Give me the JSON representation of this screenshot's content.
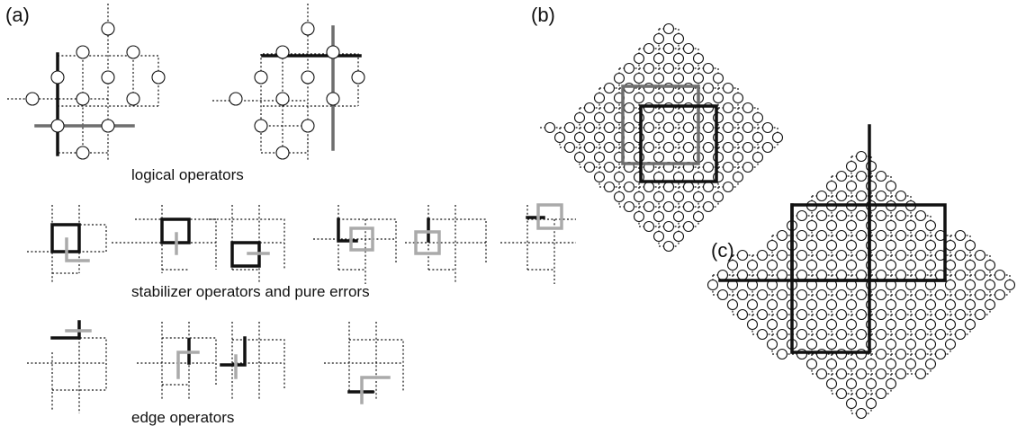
{
  "labels": {
    "panel_a": "(a)",
    "panel_b": "(b)",
    "panel_c": "(c)"
  },
  "captions": {
    "logical": "logical operators",
    "stabilizer": "stabilizer operators and pure errors",
    "edge": "edge operators"
  },
  "colors": {
    "black_operator": "#111111",
    "dark_gray_operator": "#6e6e6e",
    "light_gray_operator": "#aaaaaa",
    "lattice": "#111111",
    "qubit_fill": "#ffffff"
  }
}
